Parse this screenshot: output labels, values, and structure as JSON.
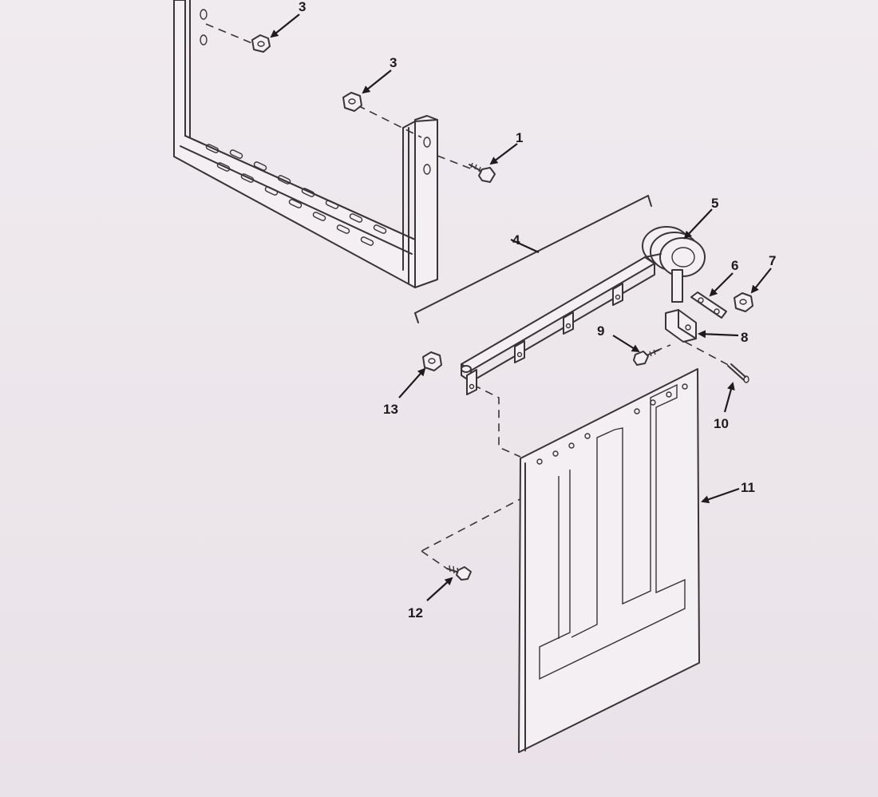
{
  "figure": {
    "callouts": [
      {
        "id": "c3a",
        "label": "3"
      },
      {
        "id": "c3b",
        "label": "3"
      },
      {
        "id": "c1",
        "label": "1"
      },
      {
        "id": "c5",
        "label": "5"
      },
      {
        "id": "c4",
        "label": "4"
      },
      {
        "id": "c6",
        "label": "6"
      },
      {
        "id": "c7",
        "label": "7"
      },
      {
        "id": "c9",
        "label": "9"
      },
      {
        "id": "c8",
        "label": "8"
      },
      {
        "id": "c13",
        "label": "13"
      },
      {
        "id": "c10",
        "label": "10"
      },
      {
        "id": "c11",
        "label": "11"
      },
      {
        "id": "c12",
        "label": "12"
      }
    ]
  }
}
